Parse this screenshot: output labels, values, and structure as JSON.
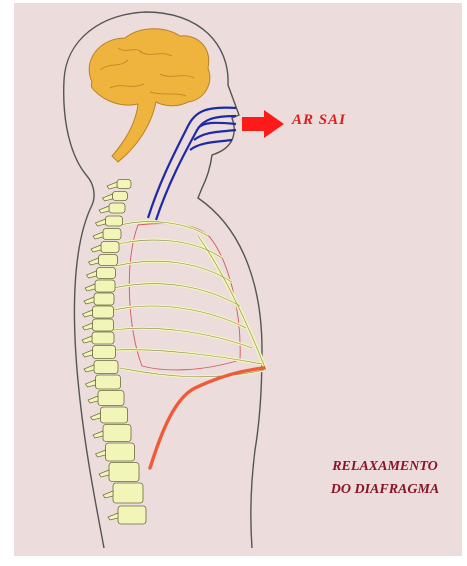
{
  "colors": {
    "background": "#ecdcdc",
    "frame": "#ffffff",
    "outline": "#555555",
    "brain": "#efb43e",
    "airway": "#1e2aa8",
    "bone": "#f2f5b8",
    "bone_outline": "#6b6b3c",
    "diaphragm": "#ef5a3a",
    "lungs": "#d2585e",
    "arrow": "#ff1a1a",
    "label_out": "#e21b1b",
    "label_relax": "#8a1428"
  },
  "labels": {
    "air_out": "AR SAI",
    "relax_line1": "RELAXAMENTO",
    "relax_line2": "DO DIAFRAGMA"
  }
}
